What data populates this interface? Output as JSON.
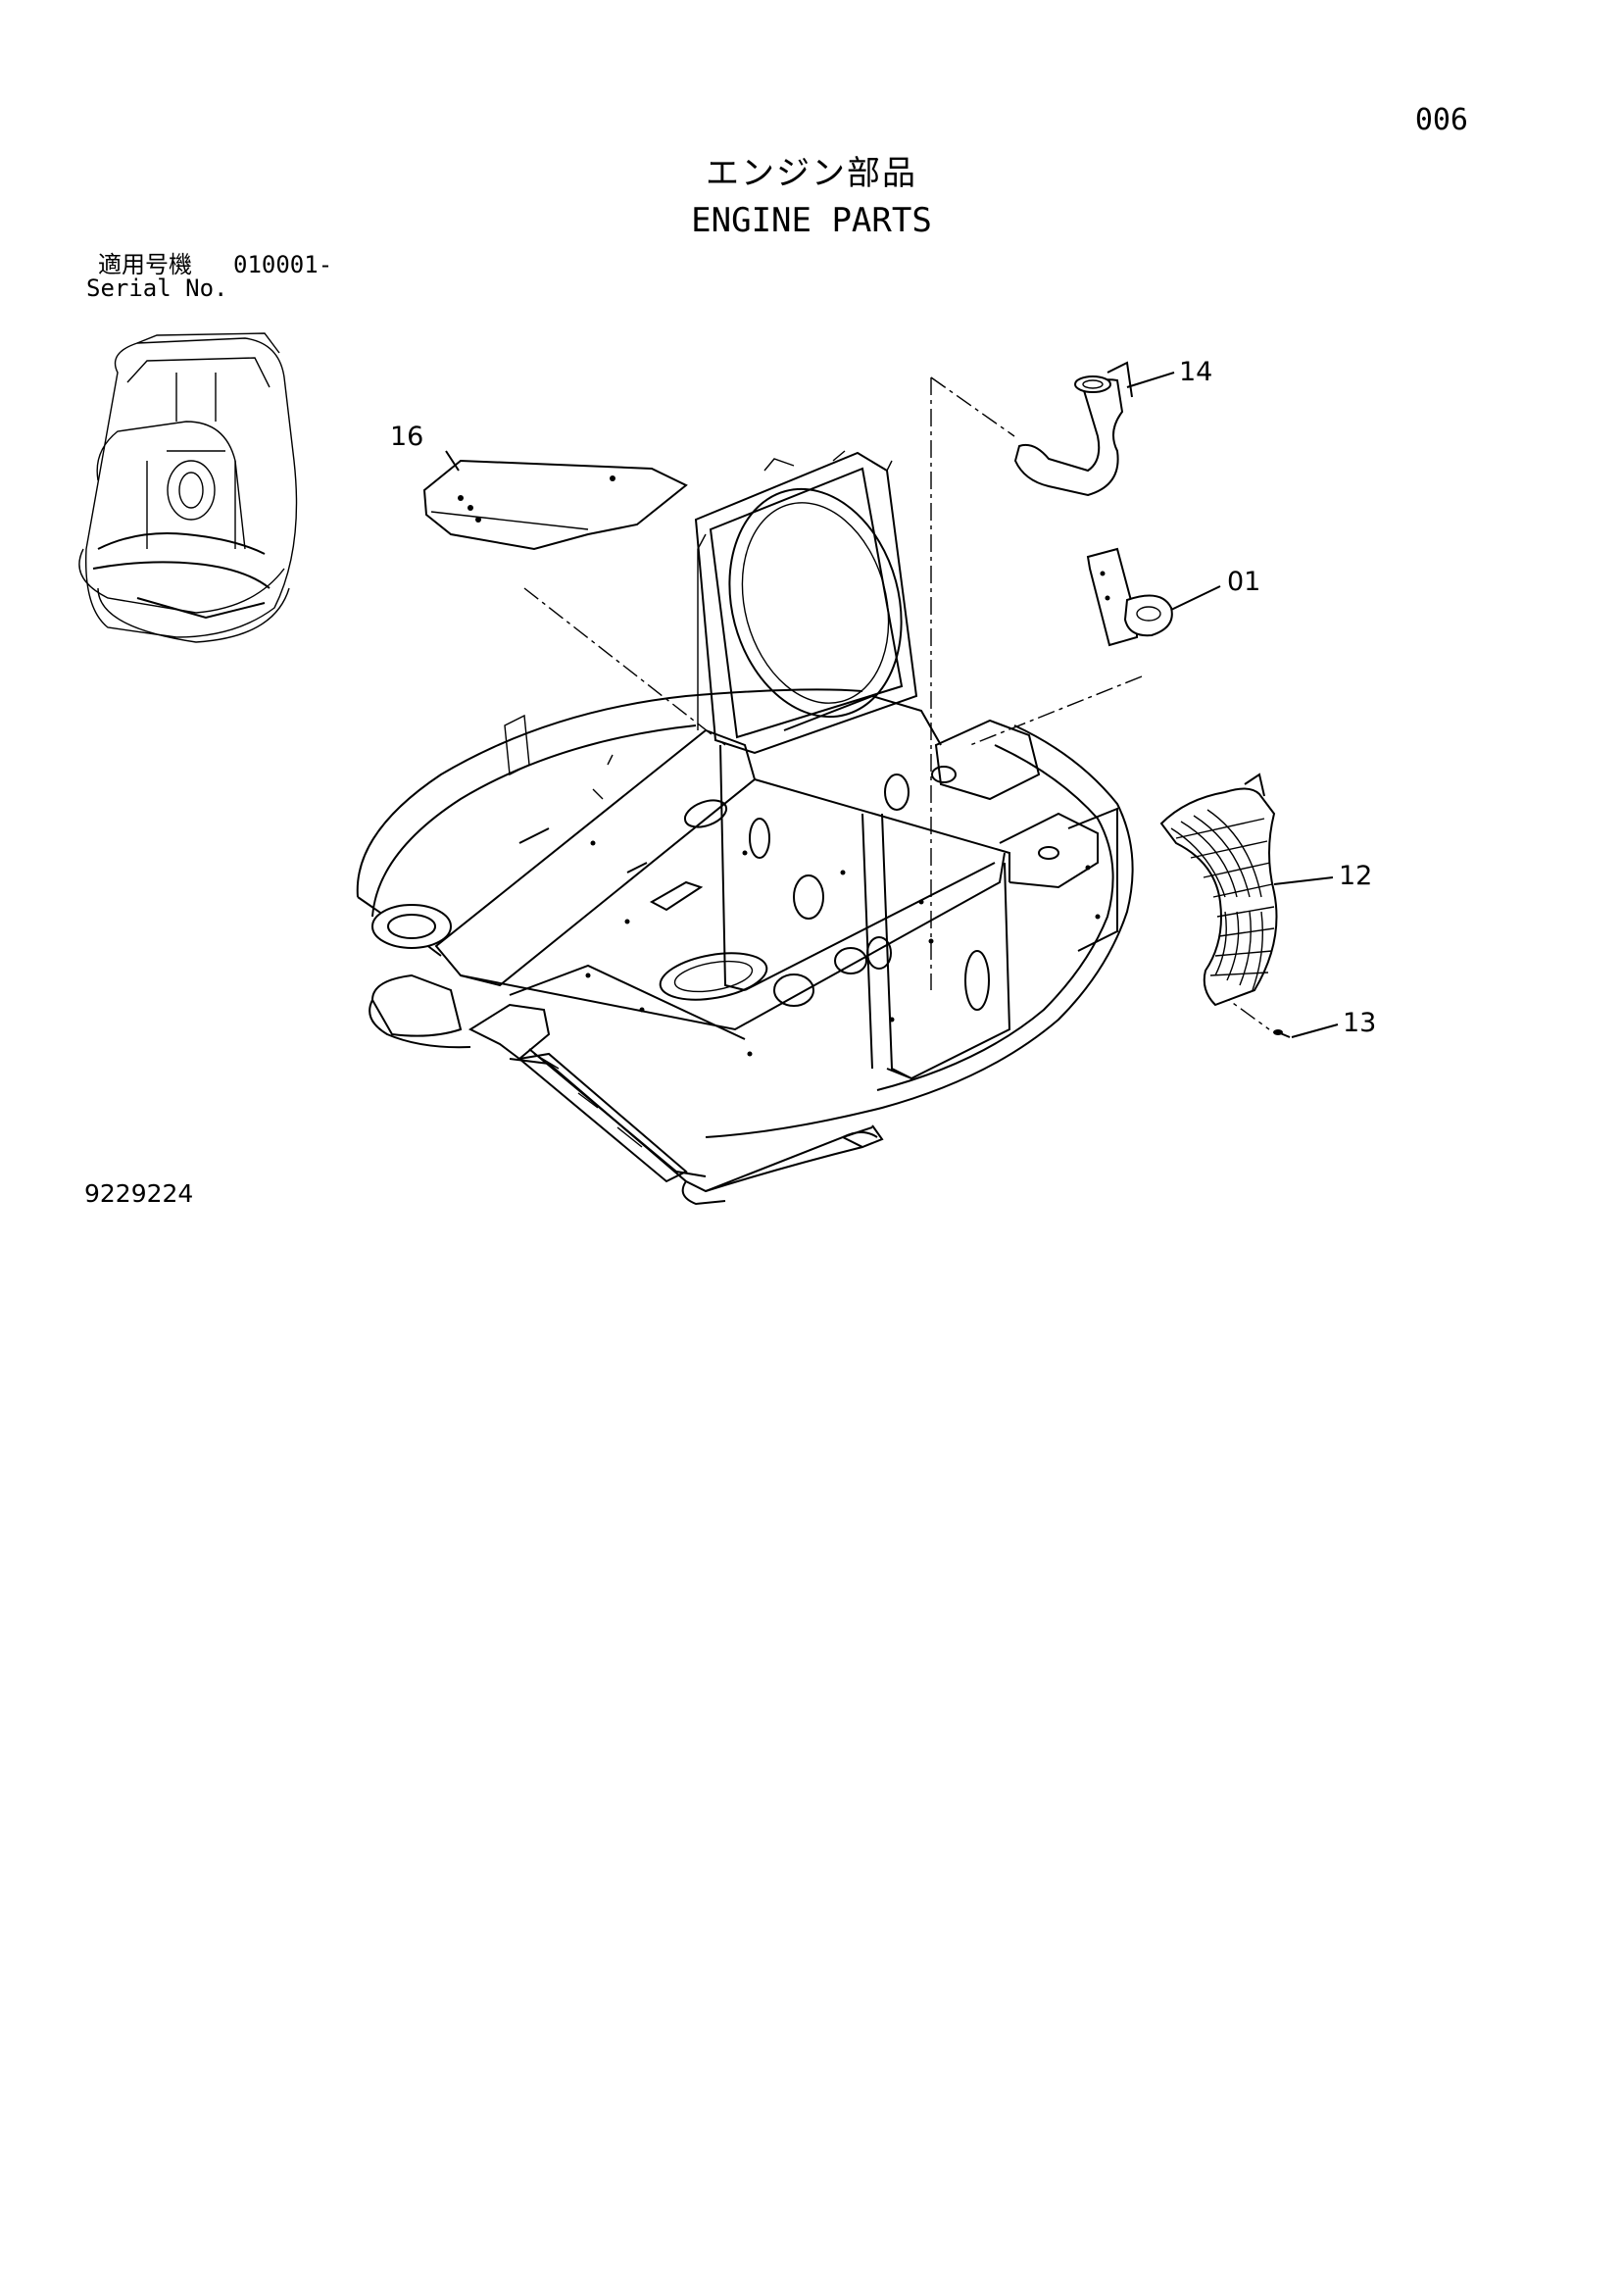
{
  "header": {
    "page_number": "006",
    "title_jp": "エンジン部品",
    "title_en": "ENGINE PARTS"
  },
  "applicability": {
    "label_jp": "適用号機",
    "serial_range": "010001-",
    "label_en": "Serial No."
  },
  "callouts": [
    {
      "id": "14",
      "label": "14"
    },
    {
      "id": "16",
      "label": "16"
    },
    {
      "id": "01",
      "label": "01"
    },
    {
      "id": "12",
      "label": "12"
    },
    {
      "id": "13",
      "label": "13"
    }
  ],
  "footer": {
    "drawing_number": "9229224"
  }
}
